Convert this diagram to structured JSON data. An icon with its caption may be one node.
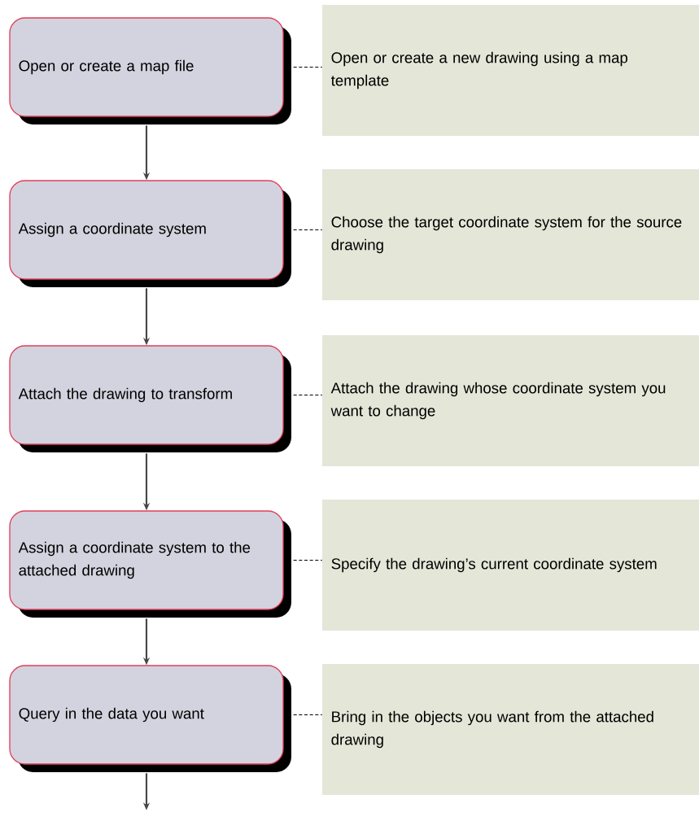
{
  "diagram": {
    "nodes": [
      {
        "text": [
          "Open or create a map file"
        ]
      },
      {
        "text": [
          "Open or create a new drawing using a map template"
        ]
      },
      {
        "text": [
          "Assign a coordinate system"
        ]
      },
      {
        "text": [
          "Choose the target coordinate system for the source drawing"
        ]
      },
      {
        "text": [
          "Attach the drawing to transform"
        ]
      },
      {
        "text": [
          "Attach the drawing whose coordinate system you want to change"
        ]
      },
      {
        "text": [
          "Assign a coordinate system to the attached drawing"
        ]
      },
      {
        "text": [
          "Specify the drawing’s current coordinate system"
        ]
      },
      {
        "text": [
          "Query in the data you want"
        ]
      },
      {
        "text": [
          "Bring in the objects you want from the attached drawing"
        ]
      }
    ],
    "edges": [
      {
        "from": 0,
        "to": 1,
        "arrow": "none",
        "style": "dashed"
      },
      {
        "from": 0,
        "to": 2,
        "arrow": "to"
      },
      {
        "from": 2,
        "to": 3,
        "arrow": "none",
        "style": "dashed"
      },
      {
        "from": 2,
        "to": 4,
        "arrow": "to"
      },
      {
        "from": 4,
        "to": 5,
        "arrow": "none",
        "style": "dashed"
      },
      {
        "from": 4,
        "to": 6,
        "arrow": "to"
      },
      {
        "from": 6,
        "to": 7,
        "arrow": "none",
        "style": "dashed"
      },
      {
        "from": 6,
        "to": 8,
        "arrow": "to"
      },
      {
        "from": 8,
        "to": 9,
        "arrow": "none",
        "style": "dashed"
      },
      {
        "from": 8,
        "to": null,
        "arrow": "to"
      }
    ]
  }
}
